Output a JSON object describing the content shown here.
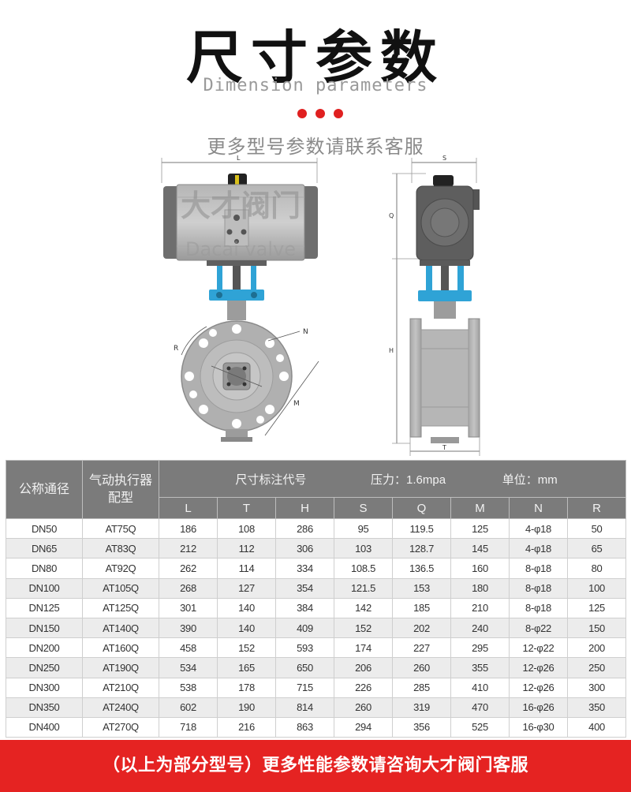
{
  "header": {
    "title": "尺寸参数",
    "subtitle": "Dimension parameters",
    "note": "更多型号参数请联系客服"
  },
  "drawing": {
    "watermark_cn": "大才阀门",
    "watermark_en": "Dacai valve",
    "labels": {
      "L": "L",
      "S": "S",
      "Q": "Q",
      "H": "H",
      "N": "N",
      "R": "R",
      "M": "M",
      "T": "T"
    }
  },
  "table": {
    "col_nominal": "公称通径",
    "col_actuator_line1": "气动执行器",
    "col_actuator_line2": "配型",
    "group_code": "尺寸标注代号",
    "group_pressure": "压力：1.6mpa",
    "group_unit": "单位：mm",
    "dims": [
      "L",
      "T",
      "H",
      "S",
      "Q",
      "M",
      "N",
      "R"
    ],
    "rows": [
      [
        "DN50",
        "AT75Q",
        "186",
        "108",
        "286",
        "95",
        "119.5",
        "125",
        "4-φ18",
        "50"
      ],
      [
        "DN65",
        "AT83Q",
        "212",
        "112",
        "306",
        "103",
        "128.7",
        "145",
        "4-φ18",
        "65"
      ],
      [
        "DN80",
        "AT92Q",
        "262",
        "114",
        "334",
        "108.5",
        "136.5",
        "160",
        "8-φ18",
        "80"
      ],
      [
        "DN100",
        "AT105Q",
        "268",
        "127",
        "354",
        "121.5",
        "153",
        "180",
        "8-φ18",
        "100"
      ],
      [
        "DN125",
        "AT125Q",
        "301",
        "140",
        "384",
        "142",
        "185",
        "210",
        "8-φ18",
        "125"
      ],
      [
        "DN150",
        "AT140Q",
        "390",
        "140",
        "409",
        "152",
        "202",
        "240",
        "8-φ22",
        "150"
      ],
      [
        "DN200",
        "AT160Q",
        "458",
        "152",
        "593",
        "174",
        "227",
        "295",
        "12-φ22",
        "200"
      ],
      [
        "DN250",
        "AT190Q",
        "534",
        "165",
        "650",
        "206",
        "260",
        "355",
        "12-φ26",
        "250"
      ],
      [
        "DN300",
        "AT210Q",
        "538",
        "178",
        "715",
        "226",
        "285",
        "410",
        "12-φ26",
        "300"
      ],
      [
        "DN350",
        "AT240Q",
        "602",
        "190",
        "814",
        "260",
        "319",
        "470",
        "16-φ26",
        "350"
      ],
      [
        "DN400",
        "AT270Q",
        "718",
        "216",
        "863",
        "294",
        "356",
        "525",
        "16-φ30",
        "400"
      ]
    ]
  },
  "footer": {
    "banner": "（以上为部分型号）更多性能参数请咨询大才阀门客服"
  },
  "colors": {
    "accent_red": "#e52322",
    "header_gray": "#7b7b7b",
    "actuator_blue": "#2fa3d6"
  }
}
